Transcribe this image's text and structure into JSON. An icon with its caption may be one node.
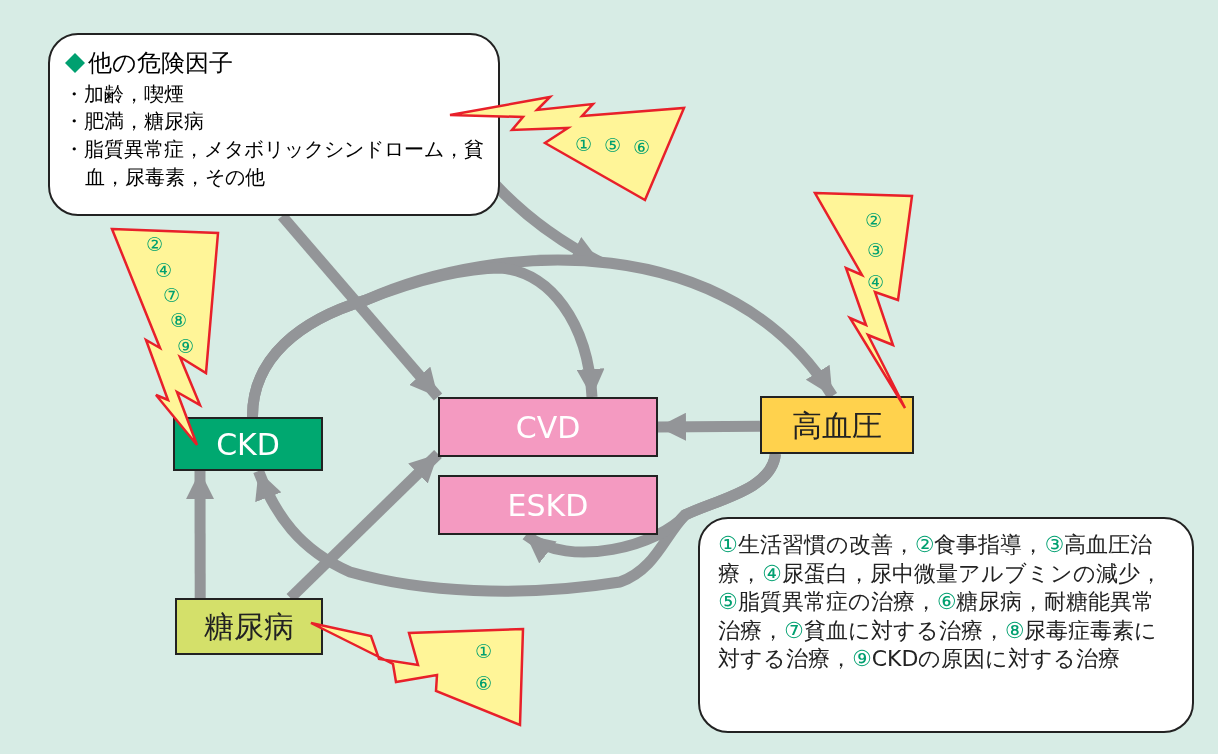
{
  "diagram": {
    "nodes": [
      {
        "text": [
          "他の危険因子",
          "・加齢，喫煙",
          "・肥満，糖尿病",
          "・脂質異常症，メタボリックシンドローム，貧血，尿毒素，その他"
        ]
      },
      {
        "text": [
          "CKD"
        ]
      },
      {
        "text": [
          "CVD"
        ]
      },
      {
        "text": [
          "ESKD"
        ]
      },
      {
        "text": [
          "高血圧"
        ]
      },
      {
        "text": [
          "糖尿病"
        ]
      },
      {
        "text": [
          "①生活習慣の改善，②食事指導，③高血圧治療，④尿蛋白，尿中微量アルブミンの減少，⑤脂質異常症の治療，⑥糖尿病，耐糖能異常治療，⑦貧血に対する治療，⑧尿毒症毒素に対する治療，⑨CKDの原因に対する治療"
        ]
      },
      {
        "text": [
          "①",
          "⑤",
          "⑥"
        ]
      },
      {
        "text": [
          "②",
          "④",
          "⑦",
          "⑧",
          "⑨"
        ]
      },
      {
        "text": [
          "②",
          "③",
          "④"
        ]
      },
      {
        "text": [
          "①",
          "⑥"
        ]
      }
    ],
    "edges": [
      {
        "from": 0,
        "to": 2,
        "arrow": "to"
      },
      {
        "from": 0,
        "to": null,
        "arrow": "to"
      },
      {
        "from": 1,
        "to": 4,
        "arrow": "to"
      },
      {
        "from": 1,
        "to": 2,
        "arrow": "to"
      },
      {
        "from": 4,
        "to": 2,
        "arrow": "to"
      },
      {
        "from": 4,
        "to": 1,
        "arrow": "to"
      },
      {
        "from": 4,
        "to": 3,
        "arrow": "to"
      },
      {
        "from": 5,
        "to": 1,
        "arrow": "to"
      },
      {
        "from": 5,
        "to": 2,
        "arrow": "to"
      }
    ]
  }
}
